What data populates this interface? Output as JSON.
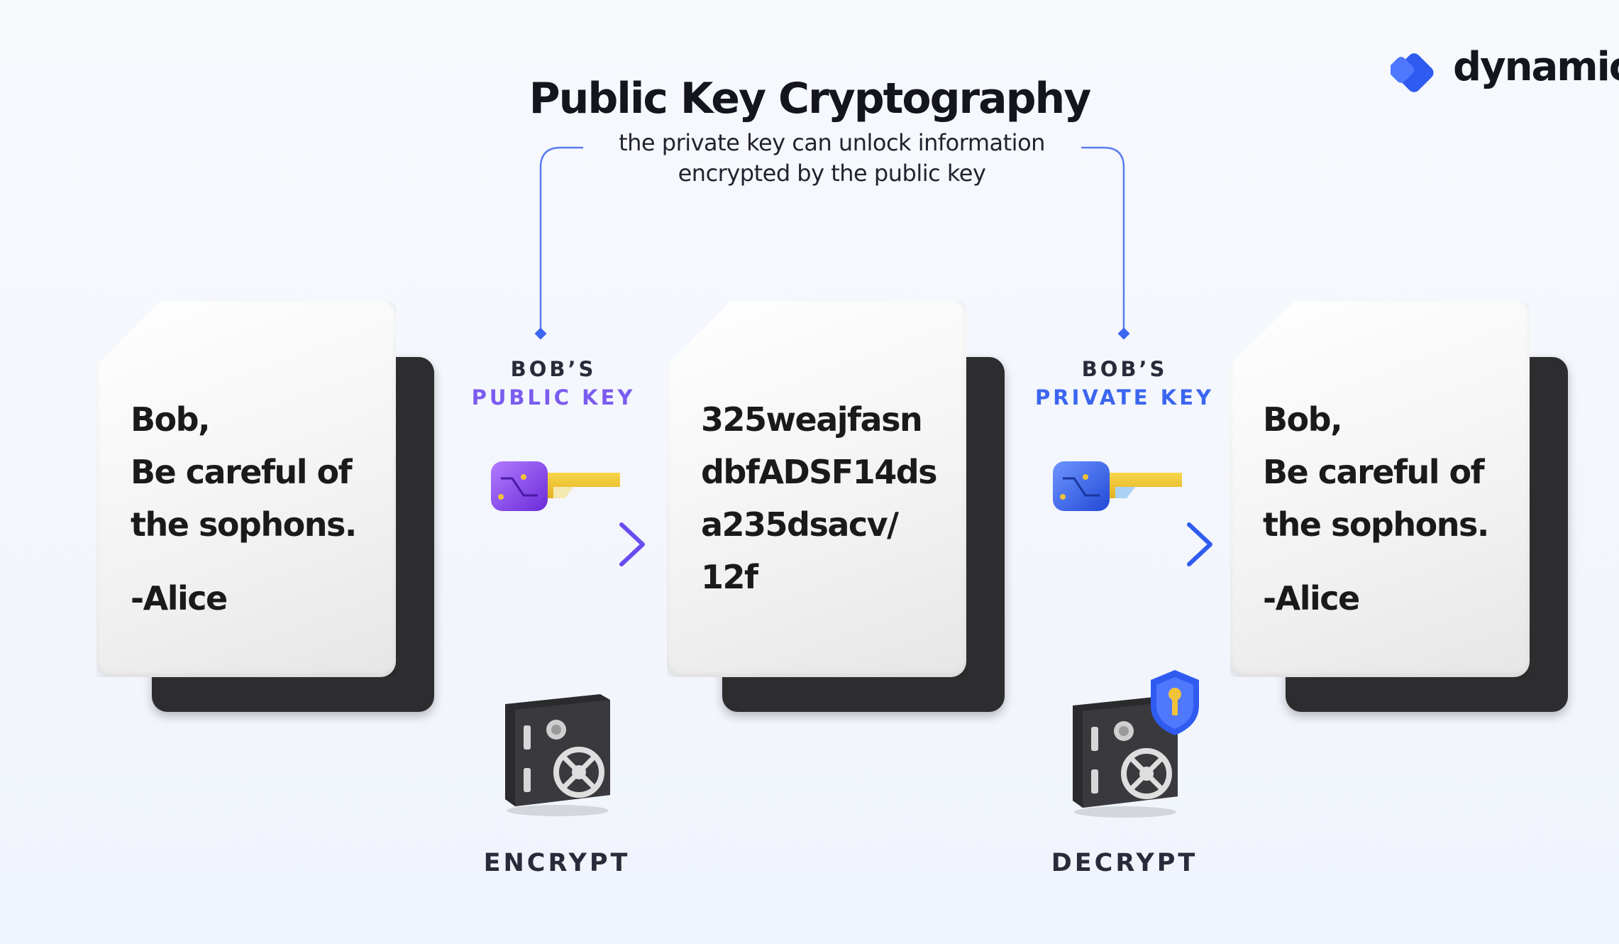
{
  "header": {
    "title": "Public Key Cryptography",
    "subtitle_line1": "the private key can unlock information",
    "subtitle_line2": "encrypted by the public key"
  },
  "brand": {
    "name": "dynamic",
    "color": "#2f5bf0"
  },
  "documents": {
    "plain_left": {
      "lines": [
        "Bob,",
        "Be careful of",
        "the sophons."
      ],
      "signature": "-Alice"
    },
    "cipher": {
      "lines": [
        "325weajfasn",
        "dbfADSF14ds",
        "a235dsacv/",
        "12f"
      ]
    },
    "plain_right": {
      "lines": [
        "Bob,",
        "Be careful of",
        "the sophons."
      ],
      "signature": "-Alice"
    }
  },
  "keys": {
    "public": {
      "owner": "BOB’S",
      "name": "PUBLIC KEY",
      "color": "#7b5cf0"
    },
    "private": {
      "owner": "BOB’S",
      "name": "PRIVATE KEY",
      "color": "#3b66f0"
    }
  },
  "steps": {
    "encrypt": "ENCRYPT",
    "decrypt": "DECRYPT"
  },
  "icons": {
    "public_key": "purple-key-icon",
    "private_key": "blue-key-icon",
    "encrypt_safe": "safe-icon",
    "decrypt_safe": "safe-with-shield-icon"
  }
}
